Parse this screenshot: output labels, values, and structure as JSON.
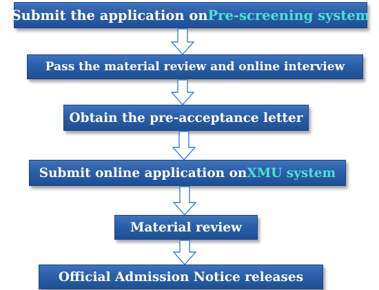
{
  "steps": [
    {
      "prefix": "Submit the application on ",
      "highlight": "Pre-screening system",
      "suffix": ""
    },
    {
      "prefix": "Pass the material review and online interview",
      "highlight": "",
      "suffix": ""
    },
    {
      "prefix": "Obtain the pre-acceptance letter",
      "highlight": "",
      "suffix": ""
    },
    {
      "prefix": "Submit online application on ",
      "highlight": "XMU system",
      "suffix": ""
    },
    {
      "prefix": "Material review",
      "highlight": "",
      "suffix": ""
    },
    {
      "prefix": "Official Admission Notice releases",
      "highlight": "",
      "suffix": ""
    }
  ],
  "colors": {
    "box_fill": "#2b5ea8",
    "text": "#ffffff",
    "highlight_text": "#4fe0d2",
    "arrow_outline": "#3f7fc4"
  },
  "icons": {
    "connector": "down-arrow-icon"
  }
}
